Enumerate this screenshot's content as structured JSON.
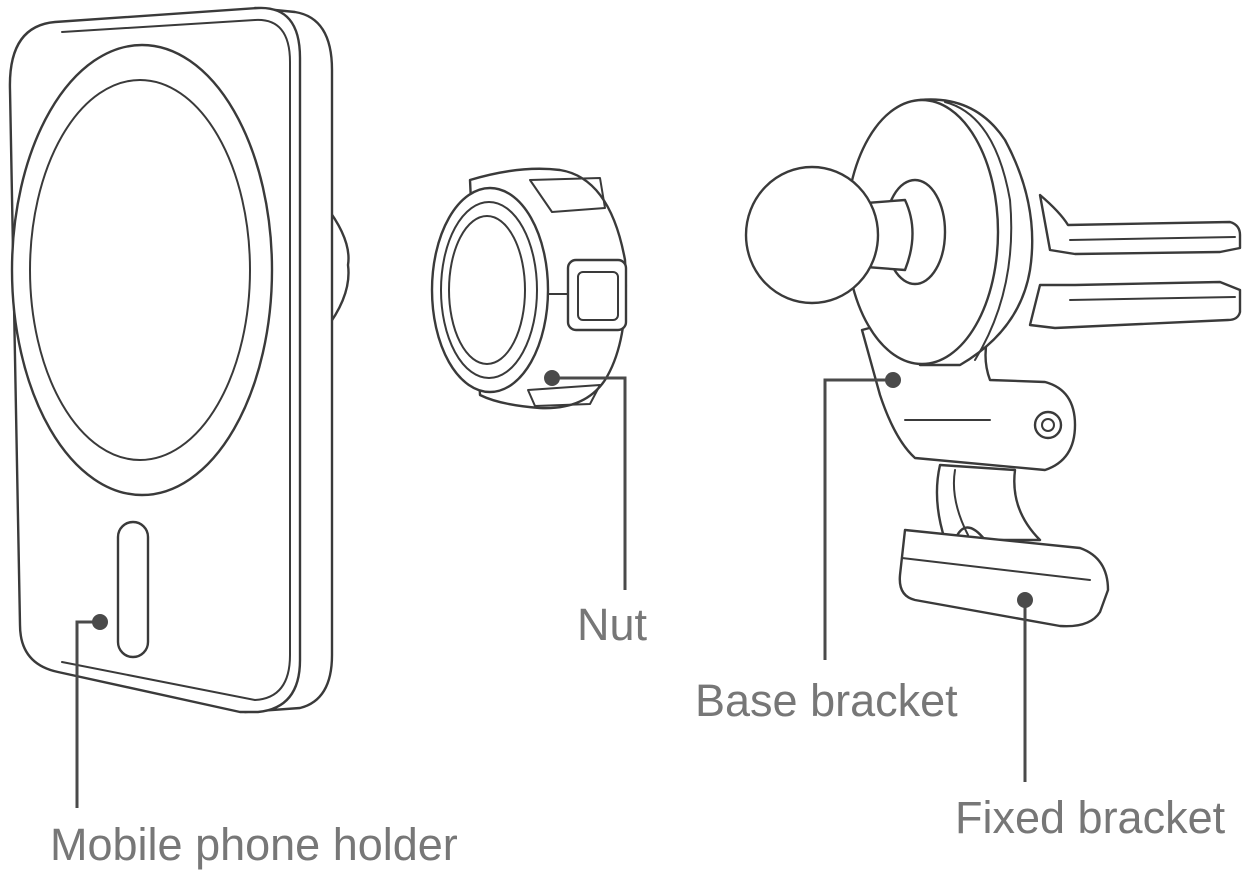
{
  "labels": {
    "phone_holder": "Mobile phone holder",
    "nut": "Nut",
    "base_bracket": "Base bracket",
    "fixed_bracket": "Fixed bracket"
  },
  "colors": {
    "outline": "#3a3a3a",
    "leader": "#4a4a4a",
    "label_text": "#777777",
    "background": "#ffffff"
  }
}
